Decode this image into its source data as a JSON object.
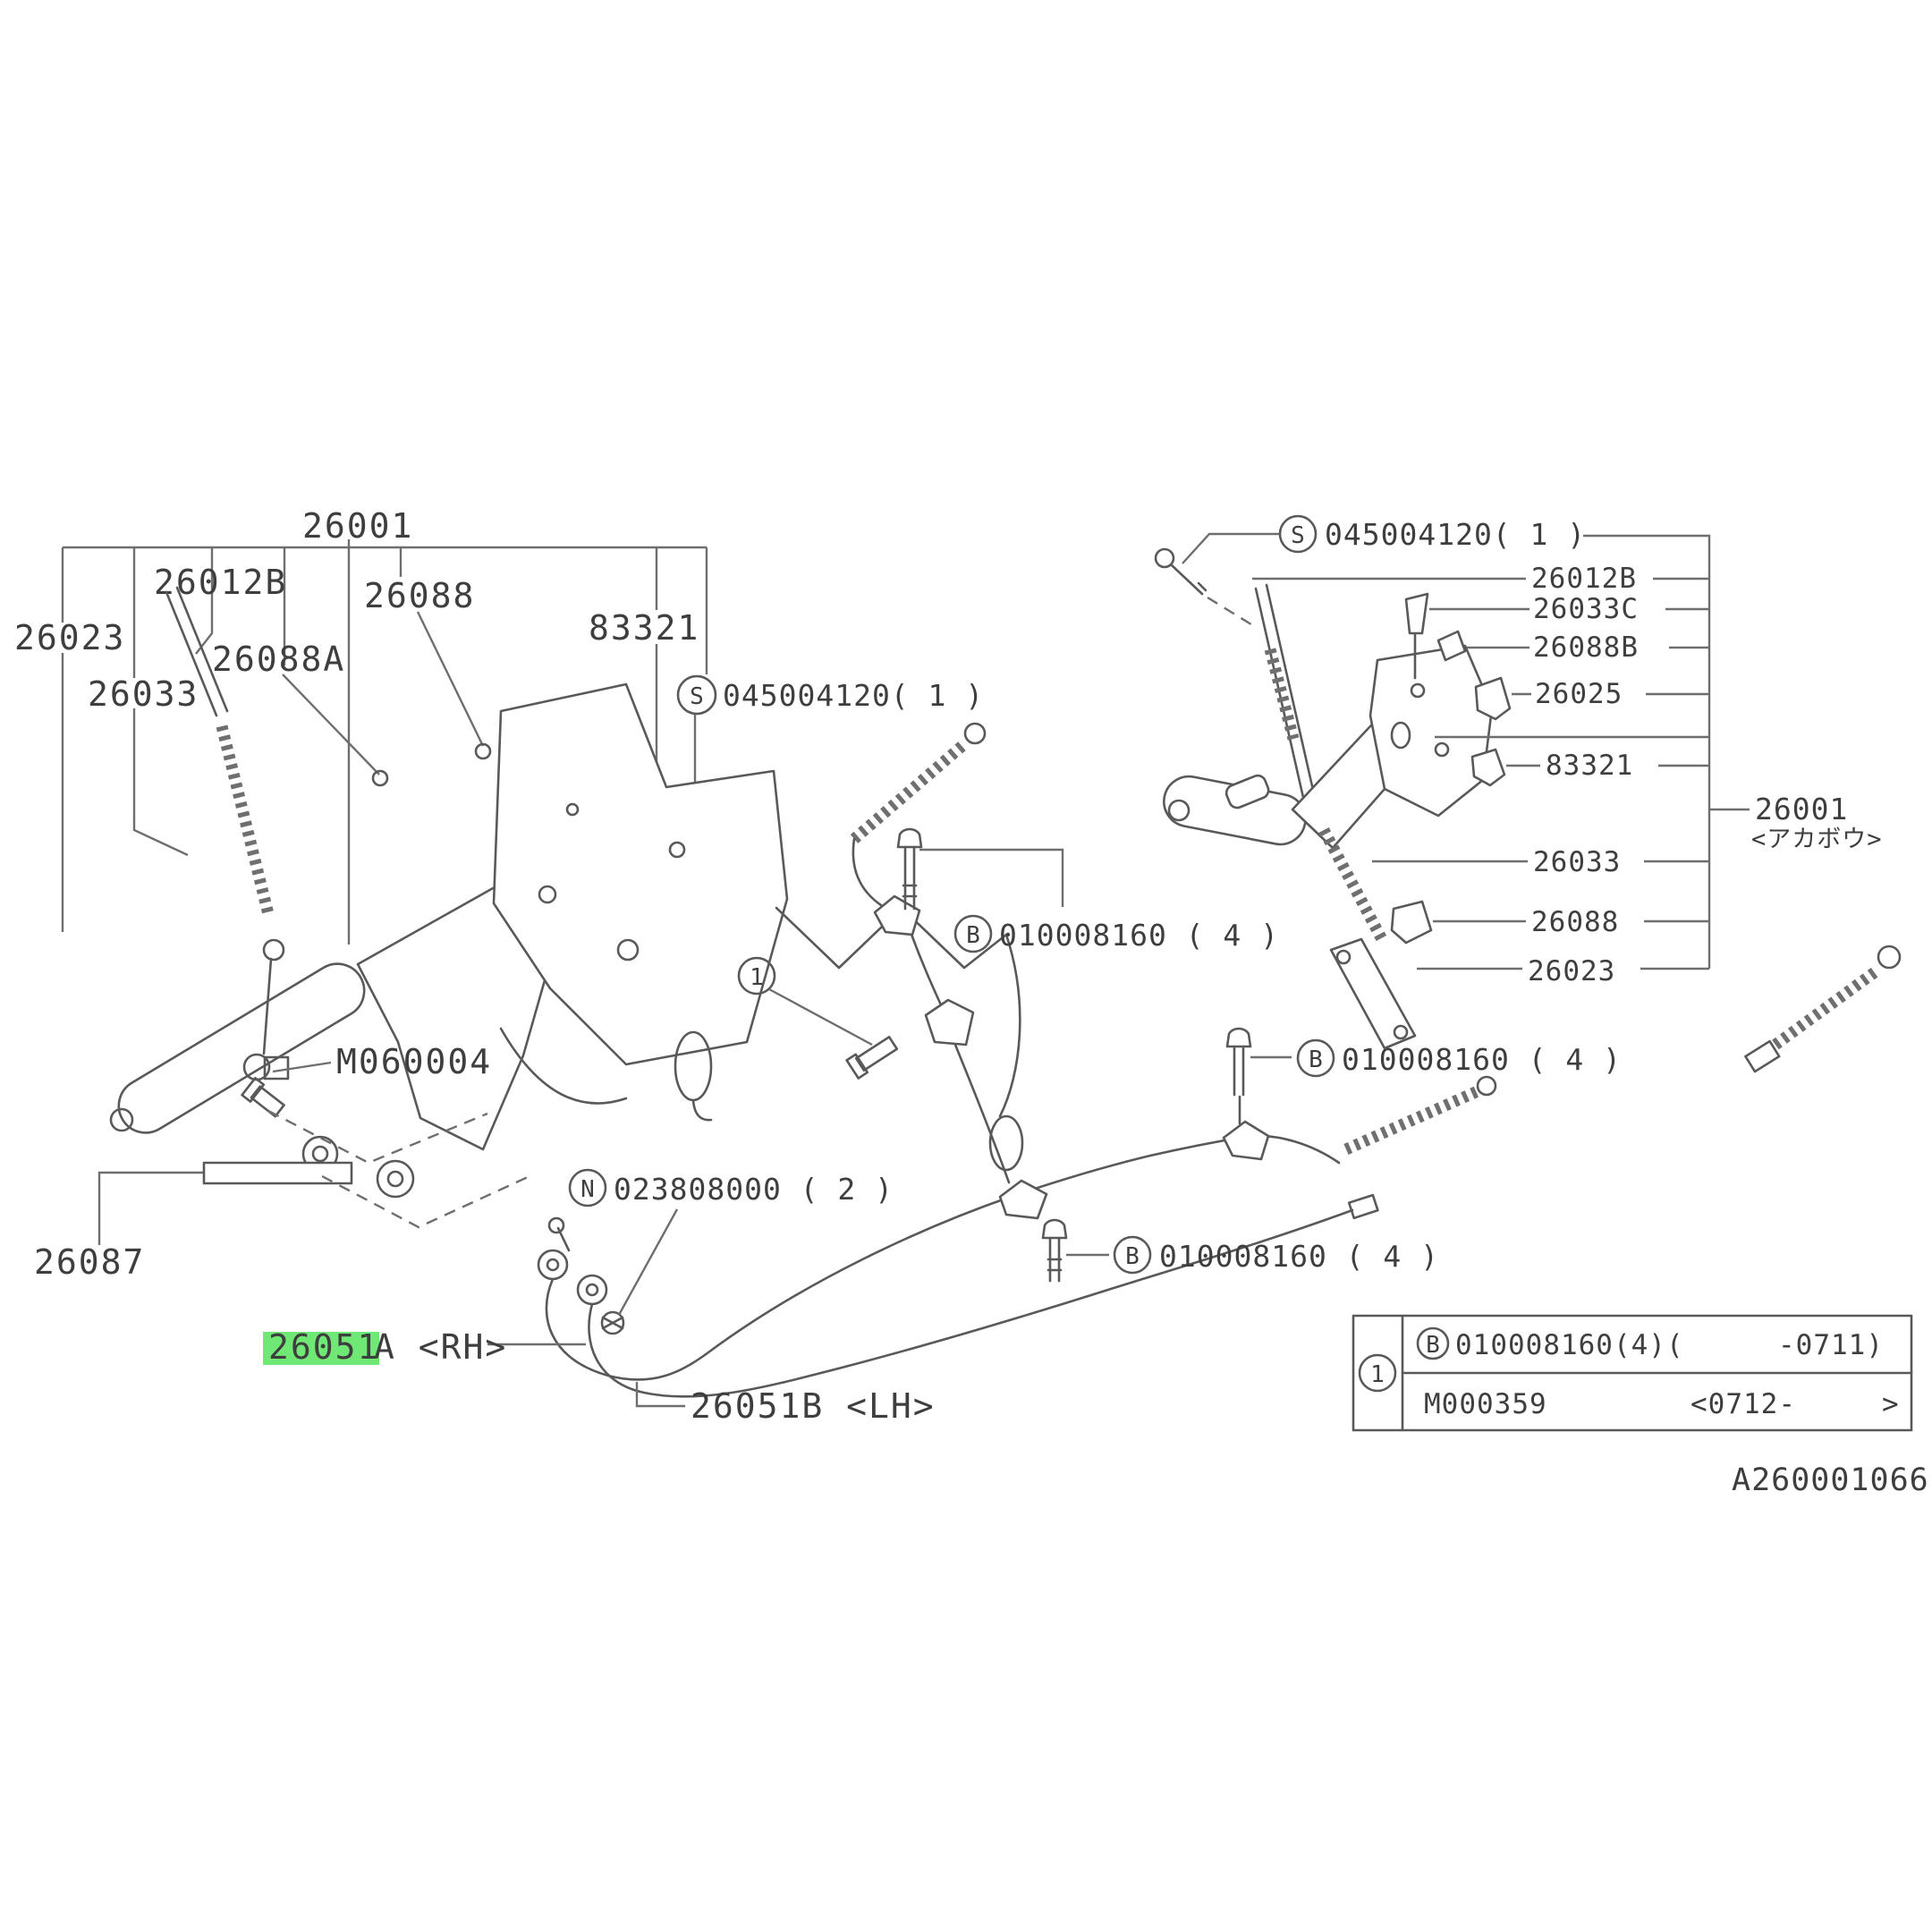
{
  "diagram_code": "A260001066",
  "colors": {
    "highlight": "#70e876",
    "leader_line": "#6e6e6e",
    "part_line": "#595959",
    "text": "#3e3e3e"
  },
  "badges": {
    "s": "S",
    "b": "B",
    "n": "N",
    "one": "1"
  },
  "left_assembly": {
    "unit": "26001",
    "rod": "26012B",
    "hook": "26088",
    "clip": "83321",
    "equalizer": "26023",
    "hook_a": "26088A",
    "spring": "26033",
    "screw": "045004120( 1 )",
    "clevis": "M060004",
    "assist_rod": "26087",
    "cable_rh_hl": "26051",
    "cable_rh_rest": "A <RH>",
    "cable_lh": "26051B <LH>",
    "nut": "023808000 ( 2 )",
    "bolt_top": "010008160 ( 4 )",
    "bolt_right": "010008160 ( 4 )",
    "bolt_bottom": "010008160 ( 4 )"
  },
  "right_assembly": {
    "screw": "045004120( 1 )",
    "rod": "26012B",
    "spring_c": "26033C",
    "hook_b": "26088B",
    "grommet": "26025",
    "clip": "83321",
    "unit": "26001",
    "unit_variant": "<アカボウ>",
    "spring": "26033",
    "hook": "26088",
    "equalizer": "26023"
  },
  "ref_table": {
    "item": "1",
    "row1_b": "B",
    "row1_part": "010008160(4)(",
    "row1_range": "-0711)",
    "row2_part": "M000359",
    "row2_range": "<0712-",
    "row2_close": ">"
  }
}
